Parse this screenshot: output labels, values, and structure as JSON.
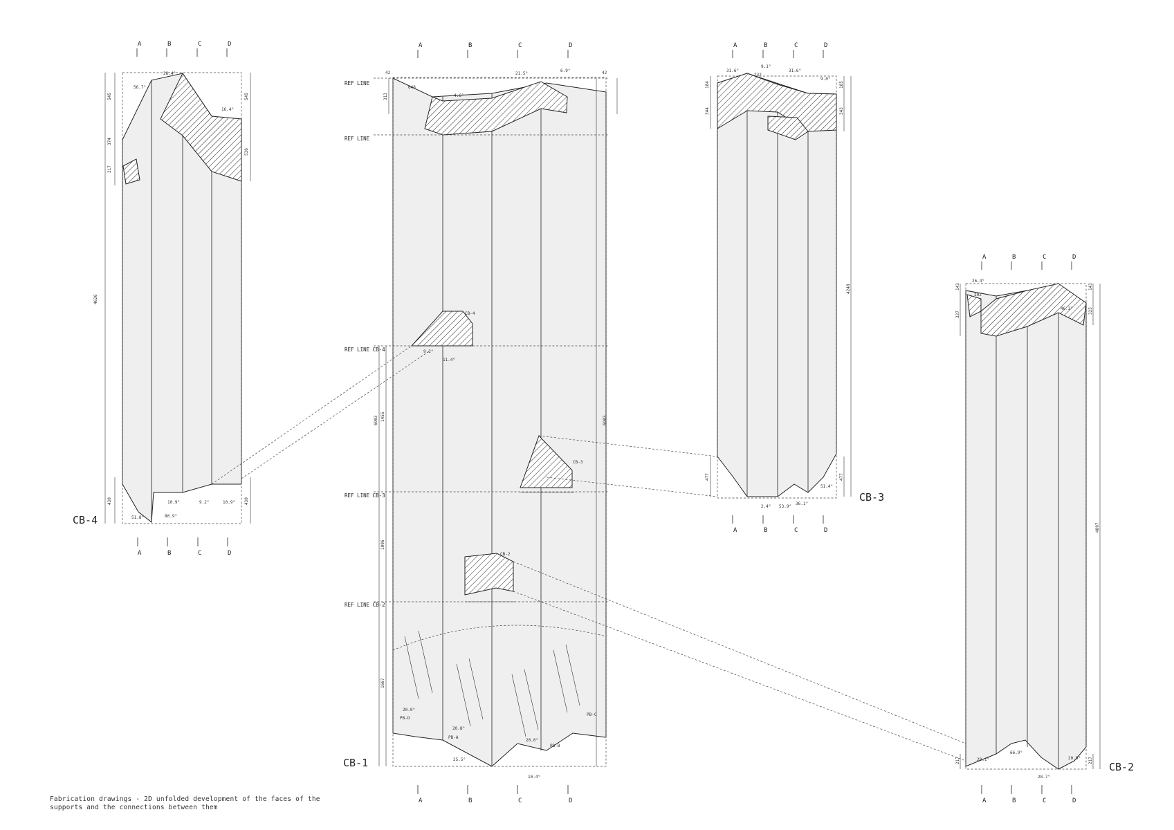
{
  "caption": "Fabrication drawings - 2D unfolded development of the faces of the supports and the connections between them",
  "face_letters": [
    "A",
    "B",
    "C",
    "D"
  ],
  "panels": {
    "cb1": {
      "label": "CB-1",
      "ref_lines": [
        "REF LINE",
        "REF LINE",
        "REF LINE CB-4",
        "REF LINE CB-3",
        "REF LINE CB-2"
      ],
      "dimensions": {
        "top": "313",
        "total": "6903",
        "seg1": "1455",
        "seg2": "1096",
        "seg3": "1667",
        "left_small": "42",
        "top_w": "648"
      },
      "sub_labels": {
        "cb4": "CB-4",
        "cb3": "CB-3",
        "cb2": "CB-2",
        "pb_a": "PB-A",
        "pb_b": "PB-B",
        "pb_c": "PB-C",
        "pb_d": "PB-D"
      },
      "angles": [
        "4.6°",
        "21.5°",
        "6.9°",
        "11.4°",
        "9.2°",
        "20.0°",
        "20.8°",
        "25.5°",
        "10.4°",
        "20.0°"
      ]
    },
    "cb2": {
      "label": "CB-2",
      "dimensions": {
        "top_left": "143",
        "top_mid": "327",
        "top_w": "202",
        "right_top": "143",
        "right_mid": "325",
        "total": "4897",
        "bottom": "217"
      },
      "angles": [
        "20.1°",
        "66.9°",
        "20.9°",
        "26.4°",
        "28.7°",
        "46.3°"
      ]
    },
    "cb3": {
      "label": "CB-3",
      "dimensions": {
        "top_left": "184",
        "mid_left": "344",
        "top_right": "185",
        "mid_right": "343",
        "total": "4248",
        "bottom_left": "477",
        "bottom_right": "477",
        "top_w": "232"
      },
      "angles": [
        "31.6°",
        "9.1°",
        "31.6°",
        "9.0°",
        "2.4°",
        "53.9°",
        "36.1°",
        "51.4°"
      ]
    },
    "cb4": {
      "label": "CB-4",
      "dimensions": {
        "top": "545",
        "mid": "374",
        "small": "217",
        "total": "4626",
        "right_top": "545",
        "right_mid": "536",
        "bottom_left": "430",
        "bottom_right": "430"
      },
      "angles": [
        "28.4°",
        "56.7°",
        "16.4°",
        "51.8°",
        "80.9°",
        "10.9°",
        "9.2°",
        "10.9°"
      ]
    }
  }
}
